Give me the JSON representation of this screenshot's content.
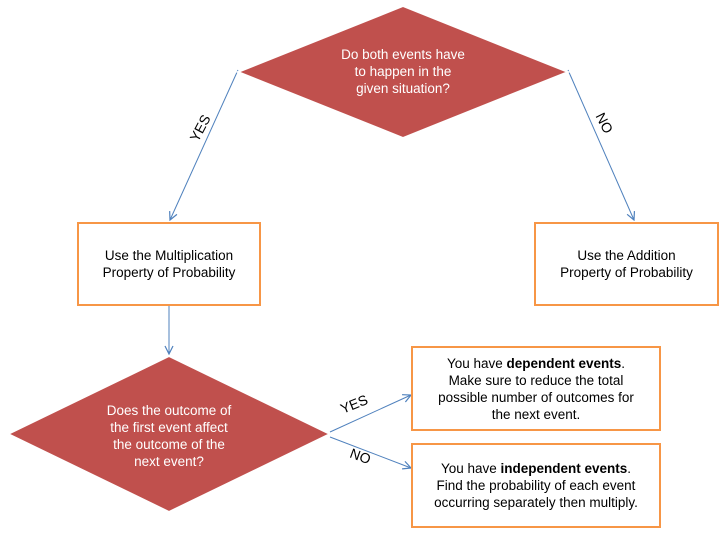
{
  "colors": {
    "diamond_fill": "#c0504d",
    "diamond_stroke": "#ffffff",
    "box_border": "#f79646",
    "connector": "#4f81bd"
  },
  "nodes": {
    "q1": {
      "lines": [
        "Do both events have",
        "to happen in the",
        "given situation?"
      ]
    },
    "mult": {
      "lines": [
        "Use the Multiplication",
        "Property of Probability"
      ]
    },
    "add": {
      "lines": [
        "Use the Addition",
        "Property of Probability"
      ]
    },
    "q2": {
      "lines": [
        "Does the outcome of",
        "the first event affect",
        "the outcome of the",
        "next event?"
      ]
    },
    "dependent": {
      "prefix": "You have ",
      "bold": "dependent events",
      "suffix": ".",
      "rest": [
        "Make sure to reduce the total",
        "possible number of outcomes for",
        "the next event."
      ]
    },
    "independent": {
      "prefix": "You have ",
      "bold": "independent events",
      "suffix": ".",
      "rest": [
        "Find the probability of each event",
        "occurring separately then multiply."
      ]
    }
  },
  "edges": {
    "q1_yes": "YES",
    "q1_no": "NO",
    "q2_yes": "YES",
    "q2_no": "NO"
  }
}
